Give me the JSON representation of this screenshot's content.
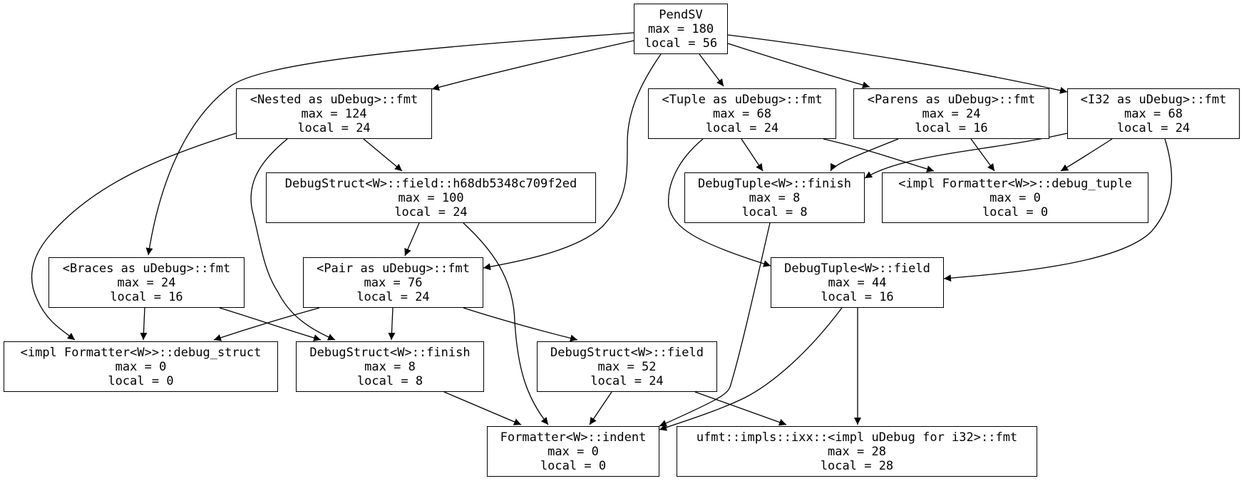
{
  "graph": {
    "nodes": [
      {
        "id": "pendsv",
        "name": "PendSV",
        "max": "max = 180",
        "local": "local = 56"
      },
      {
        "id": "nested",
        "name": "<Nested as uDebug>::fmt",
        "max": "max = 124",
        "local": "local = 24"
      },
      {
        "id": "tuple",
        "name": "<Tuple as uDebug>::fmt",
        "max": "max = 68",
        "local": "local = 24"
      },
      {
        "id": "parens",
        "name": "<Parens as uDebug>::fmt",
        "max": "max = 24",
        "local": "local = 16"
      },
      {
        "id": "i32fmt",
        "name": "<I32 as uDebug>::fmt",
        "max": "max = 68",
        "local": "local = 24"
      },
      {
        "id": "dsfield_h68",
        "name": "DebugStruct<W>::field::h68db5348c709f2ed",
        "max": "max = 100",
        "local": "local = 24"
      },
      {
        "id": "dtfinish",
        "name": "DebugTuple<W>::finish",
        "max": "max = 8",
        "local": "local = 8"
      },
      {
        "id": "implfmt_dt",
        "name": "<impl Formatter<W>>::debug_tuple",
        "max": "max = 0",
        "local": "local = 0"
      },
      {
        "id": "braces",
        "name": "<Braces as uDebug>::fmt",
        "max": "max = 24",
        "local": "local = 16"
      },
      {
        "id": "pair",
        "name": "<Pair as uDebug>::fmt",
        "max": "max = 76",
        "local": "local = 24"
      },
      {
        "id": "dtfield",
        "name": "DebugTuple<W>::field",
        "max": "max = 44",
        "local": "local = 16"
      },
      {
        "id": "implfmt_ds",
        "name": "<impl Formatter<W>>::debug_struct",
        "max": "max = 0",
        "local": "local = 0"
      },
      {
        "id": "dsfinish",
        "name": "DebugStruct<W>::finish",
        "max": "max = 8",
        "local": "local = 8"
      },
      {
        "id": "dsfield",
        "name": "DebugStruct<W>::field",
        "max": "max = 52",
        "local": "local = 24"
      },
      {
        "id": "indent",
        "name": "Formatter<W>::indent",
        "max": "max = 0",
        "local": "local = 0"
      },
      {
        "id": "ufmt_i32",
        "name": "ufmt::impls::ixx::<impl uDebug for i32>::fmt",
        "max": "max = 28",
        "local": "local = 28"
      }
    ],
    "edges": [
      [
        "pendsv",
        "braces"
      ],
      [
        "pendsv",
        "nested"
      ],
      [
        "pendsv",
        "pair"
      ],
      [
        "pendsv",
        "tuple"
      ],
      [
        "pendsv",
        "parens"
      ],
      [
        "pendsv",
        "i32fmt"
      ],
      [
        "nested",
        "implfmt_ds"
      ],
      [
        "nested",
        "dsfinish"
      ],
      [
        "nested",
        "dsfield_h68"
      ],
      [
        "tuple",
        "dtfield"
      ],
      [
        "tuple",
        "dtfinish"
      ],
      [
        "tuple",
        "implfmt_dt"
      ],
      [
        "parens",
        "dtfinish"
      ],
      [
        "parens",
        "implfmt_dt"
      ],
      [
        "i32fmt",
        "dtfinish"
      ],
      [
        "i32fmt",
        "implfmt_dt"
      ],
      [
        "i32fmt",
        "dtfield"
      ],
      [
        "dsfield_h68",
        "pair"
      ],
      [
        "dsfield_h68",
        "indent"
      ],
      [
        "dtfinish",
        "indent"
      ],
      [
        "braces",
        "implfmt_ds"
      ],
      [
        "braces",
        "dsfinish"
      ],
      [
        "pair",
        "implfmt_ds"
      ],
      [
        "pair",
        "dsfinish"
      ],
      [
        "pair",
        "dsfield"
      ],
      [
        "dtfield",
        "indent"
      ],
      [
        "dtfield",
        "ufmt_i32"
      ],
      [
        "dsfinish",
        "indent"
      ],
      [
        "dsfield",
        "indent"
      ],
      [
        "dsfield",
        "ufmt_i32"
      ]
    ]
  }
}
